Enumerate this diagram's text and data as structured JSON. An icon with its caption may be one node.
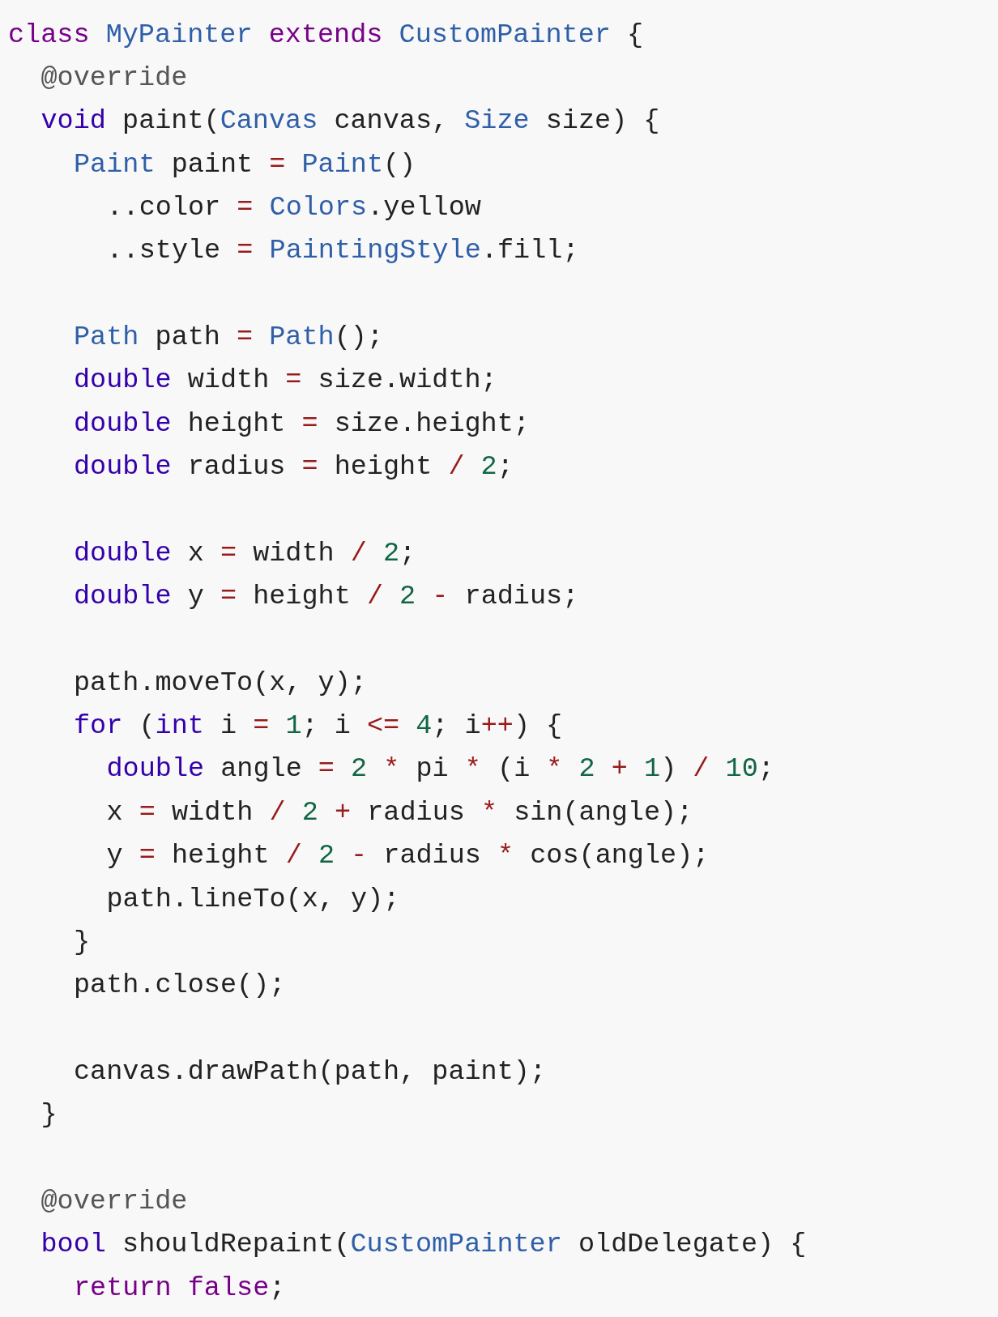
{
  "diagram": {
    "labels": [
      "class MyPainter extends CustomPainter {",
      "@override",
      "void paint(Canvas canvas, Size size) {",
      "Paint paint = Paint()",
      "..color = Colors.yellow",
      "..style = PaintingStyle.fill;",
      "Path path = Path();",
      "double width = size.width;",
      "double height = size.height;",
      "double radius = height / 2;",
      "double x = width / 2;",
      "double y = height / 2 - radius;",
      "path.moveTo(x, y);",
      "for (int i = 1; i <= 4; i++) {",
      "double angle = 2 * pi * (i * 2 + 1) / 10;",
      "x = width / 2 + radius * sin(angle);",
      "y = height / 2 - radius * cos(angle);",
      "path.lineTo(x, y);",
      "}",
      "path.close();",
      "canvas.drawPath(path, paint);",
      "}",
      "@override",
      "bool shouldRepaint(CustomPainter oldDelegate) {",
      "return false;"
    ]
  }
}
